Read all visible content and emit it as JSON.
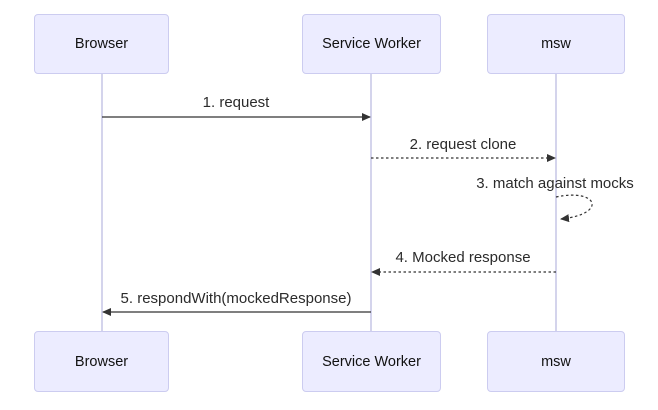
{
  "diagram_type": "sequence-diagram",
  "actors": [
    {
      "id": "browser",
      "label": "Browser"
    },
    {
      "id": "service-worker",
      "label": "Service Worker"
    },
    {
      "id": "msw",
      "label": "msw"
    }
  ],
  "messages": [
    {
      "label": "1. request",
      "from": "Browser",
      "to": "Service Worker",
      "line": "solid"
    },
    {
      "label": "2. request clone",
      "from": "Service Worker",
      "to": "msw",
      "line": "dotted"
    },
    {
      "label": "3. match against mocks",
      "from": "msw",
      "to": "msw",
      "line": "dotted-self-loop"
    },
    {
      "label": "4. Mocked response",
      "from": "msw",
      "to": "Service Worker",
      "line": "dotted"
    },
    {
      "label": "5. respondWith(mockedResponse)",
      "from": "Service Worker",
      "to": "Browser",
      "line": "solid"
    }
  ],
  "colors": {
    "background": "#FFFFFF",
    "actor_fill": "#ECECFF",
    "actor_border": "#CCCCF0",
    "lifeline": "#C9C9E8",
    "message_line": "#333333",
    "message_text": "#2B2B2B",
    "actor_text": "#111111"
  }
}
